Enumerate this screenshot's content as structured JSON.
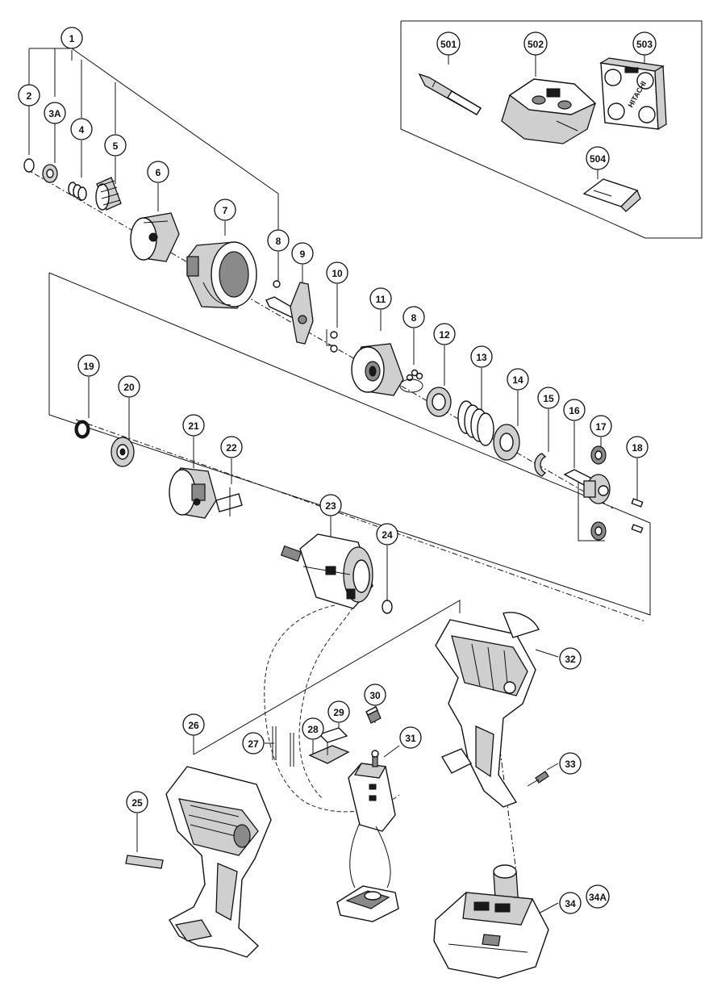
{
  "callouts": [
    {
      "id": "c1",
      "label": "1"
    },
    {
      "id": "c2",
      "label": "2"
    },
    {
      "id": "c3A",
      "label": "3A"
    },
    {
      "id": "c4",
      "label": "4"
    },
    {
      "id": "c5",
      "label": "5"
    },
    {
      "id": "c6",
      "label": "6"
    },
    {
      "id": "c7",
      "label": "7"
    },
    {
      "id": "c8a",
      "label": "8"
    },
    {
      "id": "c9",
      "label": "9"
    },
    {
      "id": "c10",
      "label": "10"
    },
    {
      "id": "c11",
      "label": "11"
    },
    {
      "id": "c8b",
      "label": "8"
    },
    {
      "id": "c12",
      "label": "12"
    },
    {
      "id": "c13",
      "label": "13"
    },
    {
      "id": "c14",
      "label": "14"
    },
    {
      "id": "c15",
      "label": "15"
    },
    {
      "id": "c16",
      "label": "16"
    },
    {
      "id": "c17",
      "label": "17"
    },
    {
      "id": "c18",
      "label": "18"
    },
    {
      "id": "c19",
      "label": "19"
    },
    {
      "id": "c20",
      "label": "20"
    },
    {
      "id": "c21",
      "label": "21"
    },
    {
      "id": "c22",
      "label": "22"
    },
    {
      "id": "c23",
      "label": "23"
    },
    {
      "id": "c24",
      "label": "24"
    },
    {
      "id": "c25",
      "label": "25"
    },
    {
      "id": "c26",
      "label": "26"
    },
    {
      "id": "c27",
      "label": "27"
    },
    {
      "id": "c28",
      "label": "28"
    },
    {
      "id": "c29",
      "label": "29"
    },
    {
      "id": "c30",
      "label": "30"
    },
    {
      "id": "c31",
      "label": "31"
    },
    {
      "id": "c32",
      "label": "32"
    },
    {
      "id": "c33",
      "label": "33"
    },
    {
      "id": "c34",
      "label": "34"
    },
    {
      "id": "c34A",
      "label": "34A"
    },
    {
      "id": "c501",
      "label": "501"
    },
    {
      "id": "c502",
      "label": "502"
    },
    {
      "id": "c503",
      "label": "503"
    },
    {
      "id": "c504",
      "label": "504"
    }
  ],
  "case_logo_text": "HITACHI",
  "colors": {
    "line": "#111111",
    "background": "#ffffff",
    "shade": "#cfcfcf"
  }
}
